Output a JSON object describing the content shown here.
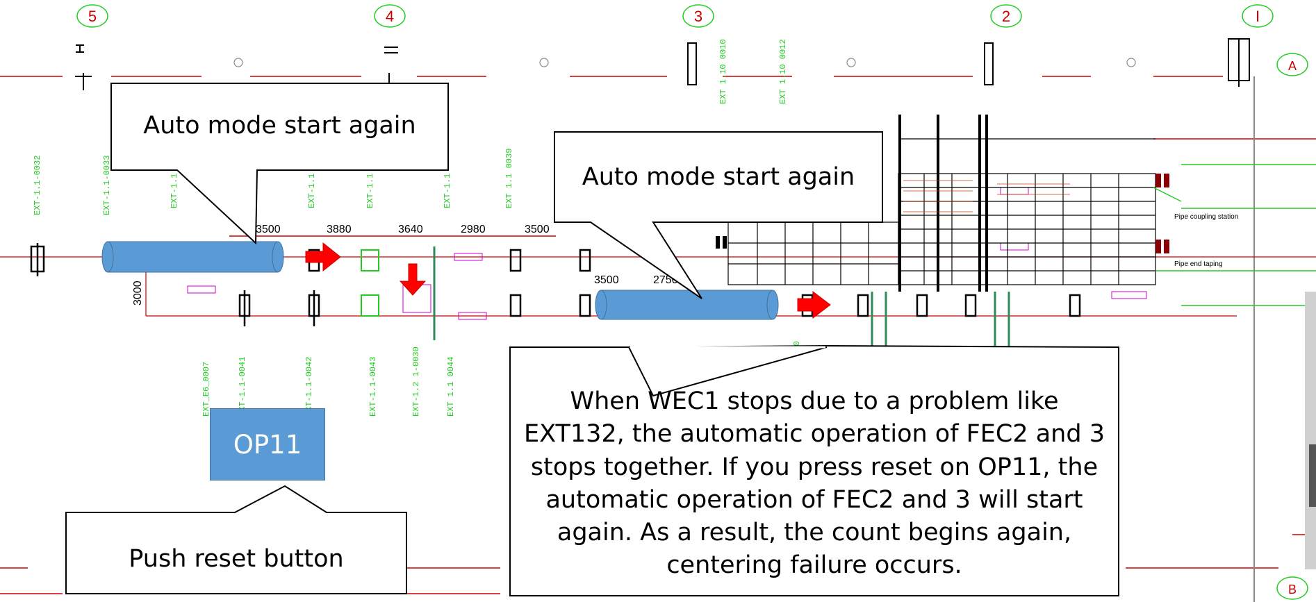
{
  "grid": {
    "columns": [
      "5",
      "4",
      "3",
      "2",
      "I"
    ],
    "rows": [
      "A",
      "B"
    ]
  },
  "dimensions": [
    "3500",
    "3880",
    "3640",
    "2980",
    "3500",
    "3500",
    "2750",
    "3000"
  ],
  "station_labels": [
    "Pipe coupling station",
    "Pipe end taping"
  ],
  "callouts": {
    "auto_mode_left": "Auto mode start again",
    "auto_mode_right": "Auto mode start again",
    "push_reset": "Push reset button",
    "explanation": "When WEC1 stops due to a problem like EXT132, the automatic operation of FEC2 and 3 stops together. If you press reset on OP11, the automatic operation of FEC2 and 3 will start again. As a result, the count begins again, centering failure occurs."
  },
  "op_button": "OP11",
  "colors": {
    "conveyor": "#5b9bd5",
    "arrow": "#ff0000",
    "grid_line": "#cc0000",
    "label_green": "#22cc22",
    "label_magenta": "#cc00cc"
  }
}
